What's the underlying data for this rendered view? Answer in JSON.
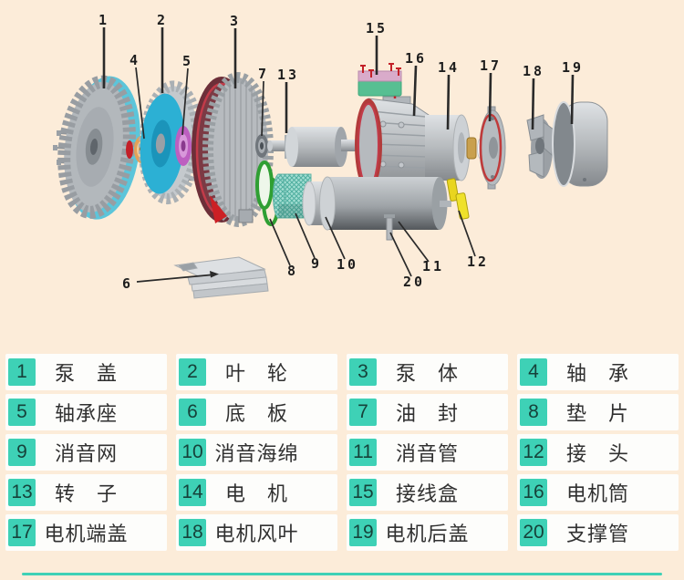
{
  "page": {
    "background_color": "#fcecd9",
    "accent_color": "#3ed1b6",
    "cell_color": "#fdfdfb",
    "badge_text_color": "#16423a"
  },
  "diagram": {
    "description": "exploded-parts-diagram",
    "callouts": [
      {
        "label": "1"
      },
      {
        "label": "2"
      },
      {
        "label": "3"
      },
      {
        "label": "4"
      },
      {
        "label": "5"
      },
      {
        "label": "6"
      },
      {
        "label": "7"
      },
      {
        "label": "8"
      },
      {
        "label": "9"
      },
      {
        "label": "10"
      },
      {
        "label": "11"
      },
      {
        "label": "12"
      },
      {
        "label": "13"
      },
      {
        "label": "14"
      },
      {
        "label": "15"
      },
      {
        "label": "16"
      },
      {
        "label": "17"
      },
      {
        "label": "18"
      },
      {
        "label": "19"
      },
      {
        "label": "20"
      }
    ]
  },
  "parts_table": {
    "items": [
      {
        "num": "1",
        "name": "泵　盖"
      },
      {
        "num": "2",
        "name": "叶　轮"
      },
      {
        "num": "3",
        "name": "泵　体"
      },
      {
        "num": "4",
        "name": "轴　承"
      },
      {
        "num": "5",
        "name": "轴承座"
      },
      {
        "num": "6",
        "name": "底　板"
      },
      {
        "num": "7",
        "name": "油　封"
      },
      {
        "num": "8",
        "name": "垫　片"
      },
      {
        "num": "9",
        "name": "消音网"
      },
      {
        "num": "10",
        "name": "消音海绵"
      },
      {
        "num": "11",
        "name": "消音管"
      },
      {
        "num": "12",
        "name": "接　头"
      },
      {
        "num": "13",
        "name": "转　子"
      },
      {
        "num": "14",
        "name": "电　机"
      },
      {
        "num": "15",
        "name": "接线盒"
      },
      {
        "num": "16",
        "name": "电机筒"
      },
      {
        "num": "17",
        "name": "电机端盖"
      },
      {
        "num": "18",
        "name": "电机风叶"
      },
      {
        "num": "19",
        "name": "电机后盖"
      },
      {
        "num": "20",
        "name": "支撑管"
      }
    ]
  }
}
